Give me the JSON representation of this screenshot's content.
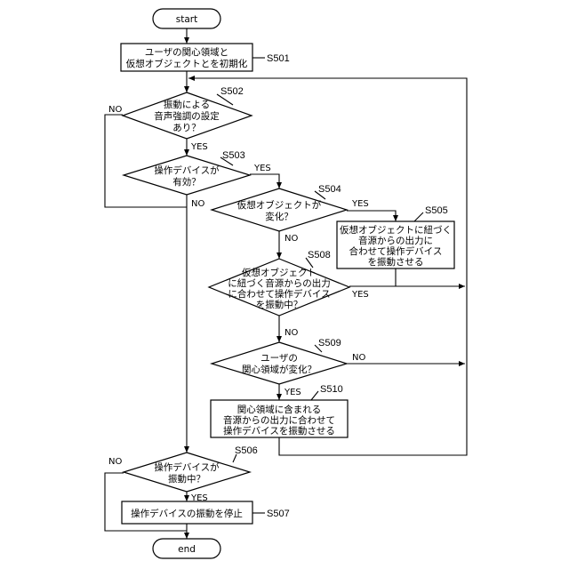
{
  "terminals": {
    "start": "start",
    "end": "end"
  },
  "steps": {
    "s501": {
      "id": "S501",
      "lines": [
        "ユーザの関心領域と",
        "仮想オブジェクトとを初期化"
      ]
    },
    "s502": {
      "id": "S502",
      "lines": [
        "振動による",
        "音声強調の設定",
        "あり？"
      ]
    },
    "s503": {
      "id": "S503",
      "lines": [
        "操作デバイスが",
        "有効？"
      ]
    },
    "s504": {
      "id": "S504",
      "lines": [
        "仮想オブジェクトが",
        "変化？"
      ]
    },
    "s505": {
      "id": "S505",
      "lines": [
        "仮想オブジェクトに紐づく",
        "音源からの出力に",
        "合わせて操作デバイス",
        "を振動させる"
      ]
    },
    "s506": {
      "id": "S506",
      "lines": [
        "操作デバイスが",
        "振動中？"
      ]
    },
    "s507": {
      "id": "S507",
      "lines": [
        "操作デバイスの振動を停止"
      ]
    },
    "s508": {
      "id": "S508",
      "lines": [
        "仮想オブジェクト",
        "に紐づく音源からの出力",
        "に合わせて操作デバイス",
        "を振動中？"
      ]
    },
    "s509": {
      "id": "S509",
      "lines": [
        "ユーザの",
        "関心領域が変化？"
      ]
    },
    "s510": {
      "id": "S510",
      "lines": [
        "関心領域に含まれる",
        "音源からの出力に合わせて",
        "操作デバイスを振動させる"
      ]
    }
  },
  "labels": {
    "yes": "YES",
    "no": "NO"
  }
}
